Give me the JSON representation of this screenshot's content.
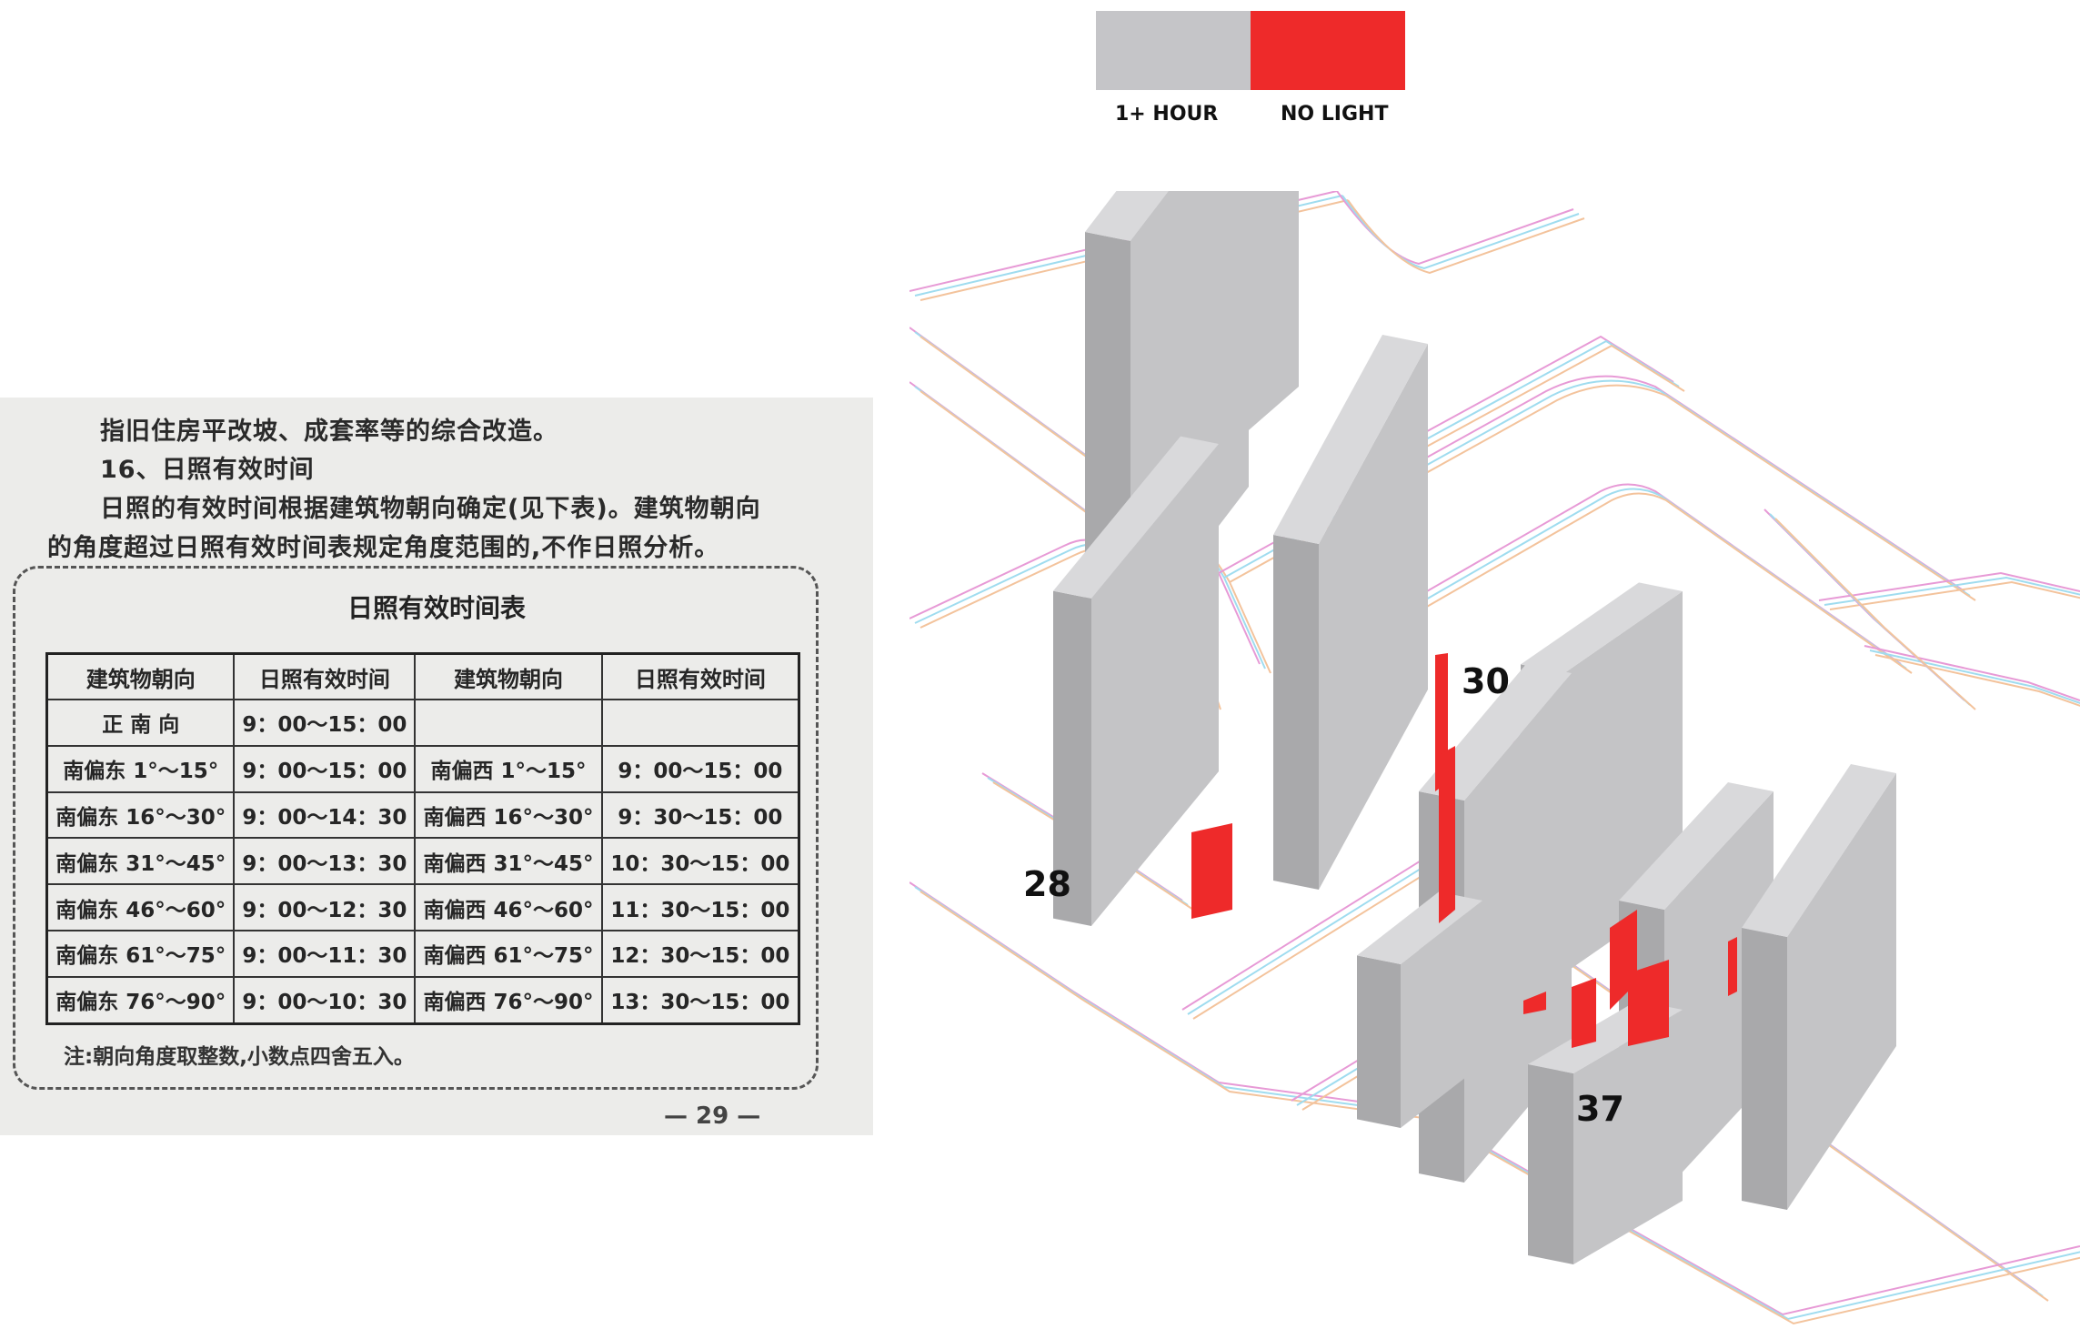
{
  "legend": {
    "items": [
      {
        "label": "1+ HOUR",
        "color": "#c5c5c8"
      },
      {
        "label": "NO LIGHT",
        "color": "#ee2a2a"
      }
    ]
  },
  "document": {
    "lines": [
      "指旧住房平改坡、成套率等的综合改造。",
      "16、日照有效时间",
      "日照的有效时间根据建筑物朝向确定(见下表)。建筑物朝向",
      "的角度超过日照有效时间表规定角度范围的,不作日照分析。"
    ],
    "table_title": "日照有效时间表",
    "headers": [
      "建筑物朝向",
      "日照有效时间",
      "建筑物朝向",
      "日照有效时间"
    ],
    "rows": [
      [
        "正 南 向",
        "9：00～15：00",
        "",
        ""
      ],
      [
        "南偏东 1°～15°",
        "9：00～15：00",
        "南偏西 1°～15°",
        "9：00～15：00"
      ],
      [
        "南偏东 16°～30°",
        "9：00～14：30",
        "南偏西 16°～30°",
        "9：30～15：00"
      ],
      [
        "南偏东 31°～45°",
        "9：00～13：30",
        "南偏西 31°～45°",
        "10：30～15：00"
      ],
      [
        "南偏东 46°～60°",
        "9：00～12：30",
        "南偏西 46°～60°",
        "11：30～15：00"
      ],
      [
        "南偏东 61°～75°",
        "9：00～11：30",
        "南偏西 61°～75°",
        "12：30～15：00"
      ],
      [
        "南偏东 76°～90°",
        "9：00～10：30",
        "南偏西 76°～90°",
        "13：30～15：00"
      ]
    ],
    "note": "注:朝向角度取整数,小数点四舍五入。",
    "page_number": "— 29 —"
  },
  "diagram": {
    "building_labels": [
      "28",
      "30",
      "37"
    ],
    "colors": {
      "front_face": "#c4c4c6",
      "side_face": "#a9a9ab",
      "top_face": "#d9d9db",
      "no_light": "#ee2a2a",
      "road_pink": "#e79ad6",
      "road_cyan": "#9fdcef",
      "road_orange": "#f3c39c"
    }
  }
}
